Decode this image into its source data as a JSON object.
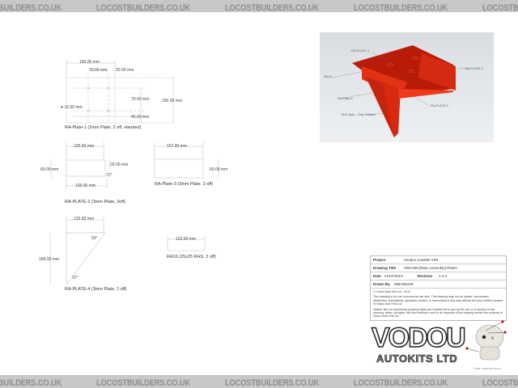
{
  "watermark": {
    "text": "LOCOSTBUILDERS.CO.UK",
    "repeat": 6,
    "band_color": "#c8c8c8",
    "text_color": "#8e8e8e"
  },
  "plate1": {
    "dim_width": "160.00 mm",
    "dim_hole_spacing": "70.00 mm",
    "dim_offset": "20.00 mm",
    "dim_hole_vertical": "70.00 mm",
    "dim_height": "150.00 mm",
    "dim_hole_diameter": "ø 12.00 mm",
    "dim_bottom_offset": "45.00 mm",
    "caption": "RA-Plate-1 (3mm Plate, 2 off, Handed)"
  },
  "plate2": {
    "dim_top": "125.00 mm",
    "dim_left": "60.00 mm",
    "dim_right": "29.00 mm",
    "angle": "72°",
    "dim_bottom": "135.00 mm",
    "caption": "RA-PLATE-2 (3mm Plate, 2off)"
  },
  "plate3": {
    "dim_top": "157.00 mm",
    "dim_right": "60.00 mm",
    "caption": "RA-Plate-3 (3mm Plate, 2 off)"
  },
  "plate4": {
    "dim_top": "125.00 mm",
    "angle_top": "53°",
    "dim_left": "168.00 mm",
    "angle_bottom": "37°",
    "caption": "RA-PLATE-4 (3mm Plate, 2 off)"
  },
  "ra16": {
    "dim_length": "122.00 mm",
    "caption": "RA16 (25x25 RHS, 2 off)"
  },
  "render": {
    "part_color": "#e02a10",
    "callouts": {
      "plate1": "RA-PLATE_1",
      "plate2": "RA-PLATE-2",
      "ra16": "RA16",
      "plate4": "RA-Plate-4",
      "plate3": "RA-PLATE-3",
      "nuts": "M12 Nuts - Fully Welded"
    }
  },
  "title_block": {
    "project_label": "Project",
    "project_value": "Voodoo Autokits VR5",
    "drawing_title_label": "Drawing Title",
    "drawing_title_value": "VR5-009 [Rear Assembly]-Plates",
    "date_label": "Date",
    "date_value": "21/07/2010",
    "revision_label": "Revision",
    "revision_value": "1.0.1",
    "drawn_by_label": "Drawn By",
    "drawn_by_value": "Matt Barrett",
    "copyright": "© Vodou Auto Kits Ltd - 2011",
    "notice1": "This drawing is for non commercial use only. This drawing may not be copied, reproduced, distributed, republished, uploaded, posted, or transmitted in any way without the prior written consent of Vodou Auto Kits Ltd.",
    "notice2": "Neither title nor intellectual property rights are transferred to you by the use of or access to this drawing, rather, all rights, title and interest in and to all respects of the drawing remain the property of Vodou Auto Kits Ltd."
  },
  "logo": {
    "line1": "VODOU",
    "line2": "AUTOKITS LTD",
    "small": "© 2011 - Vodou Auto Kits Ltd"
  }
}
